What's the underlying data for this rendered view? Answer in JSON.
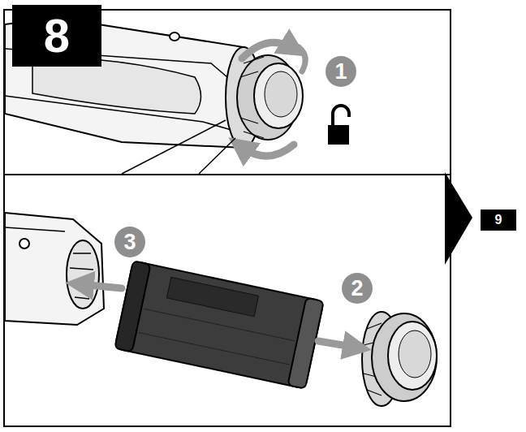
{
  "diagram": {
    "nodes": [
      {
        "text": [
          "8"
        ]
      },
      {
        "text": [
          "1"
        ]
      },
      {
        "text": [
          "9"
        ]
      },
      {
        "text": [
          "3"
        ]
      },
      {
        "text": [
          "2"
        ]
      }
    ]
  }
}
